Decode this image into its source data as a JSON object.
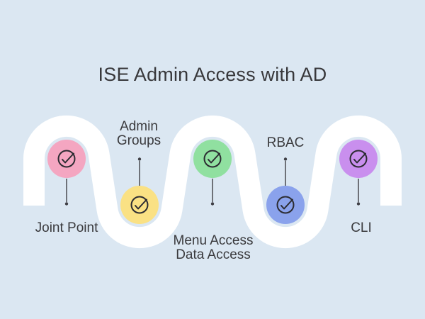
{
  "title": "ISE Admin Access with AD",
  "milestones": [
    {
      "name": "joint-point",
      "lines": [
        "Joint Point"
      ],
      "color": "#f4a6c1",
      "icon": "check-circle",
      "label_position": "below"
    },
    {
      "name": "admin-groups",
      "lines": [
        "Admin",
        "Groups"
      ],
      "color": "#fae184",
      "icon": "check-circle",
      "label_position": "above"
    },
    {
      "name": "menu-data-access",
      "lines": [
        "Menu Access",
        "Data Access"
      ],
      "color": "#90e0a0",
      "icon": "check-circle",
      "label_position": "below"
    },
    {
      "name": "rbac",
      "lines": [
        "RBAC"
      ],
      "color": "#8aa2ec",
      "icon": "check-circle",
      "label_position": "above"
    },
    {
      "name": "cli",
      "lines": [
        "CLI"
      ],
      "color": "#c98fee",
      "icon": "check-circle",
      "label_position": "below"
    }
  ],
  "colors": {
    "background": "#dbe7f2",
    "path": "#ffffff",
    "text": "#3a3a3d",
    "pin": "#3f3f45",
    "icon_stroke": "#2c2c32"
  }
}
